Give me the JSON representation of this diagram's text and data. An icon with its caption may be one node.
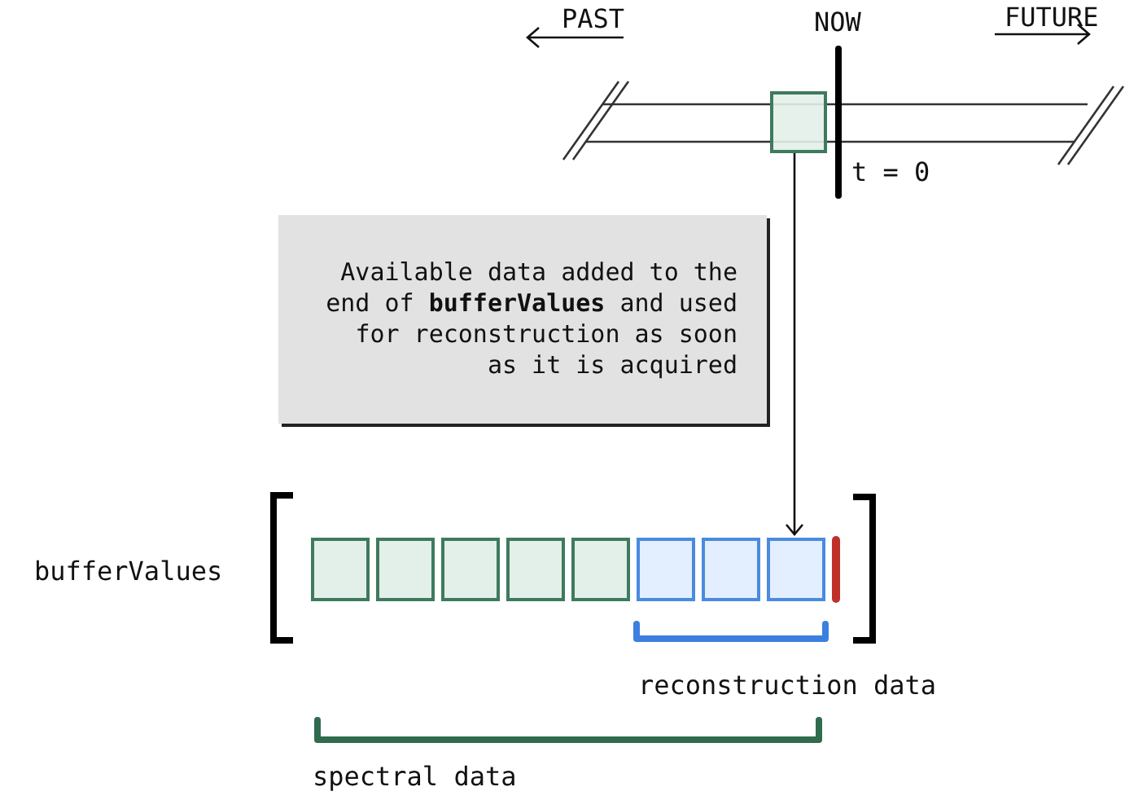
{
  "diagram": {
    "nodes": [
      {
        "text": [],
        "shape": "box"
      },
      {
        "text": [
          "Available data added to the end of **bufferValues** and used for reconstruction as soon as it is acquired"
        ]
      },
      {
        "text": [],
        "shape": "box"
      },
      {
        "text": [],
        "shape": "box"
      },
      {
        "text": [],
        "shape": "box"
      },
      {
        "text": [],
        "shape": "box"
      },
      {
        "text": [],
        "shape": "box"
      },
      {
        "text": [],
        "shape": "box"
      },
      {
        "text": [],
        "shape": "box"
      },
      {
        "text": [],
        "shape": "box"
      },
      {
        "text": [],
        "shape": "bar"
      }
    ],
    "edges": [
      {
        "from": 0,
        "to": 9,
        "arrow": "to"
      }
    ],
    "labels": [
      "PAST",
      "NOW",
      "FUTURE",
      "t = 0",
      "bufferValues",
      "reconstruction data",
      "spectral data"
    ]
  }
}
